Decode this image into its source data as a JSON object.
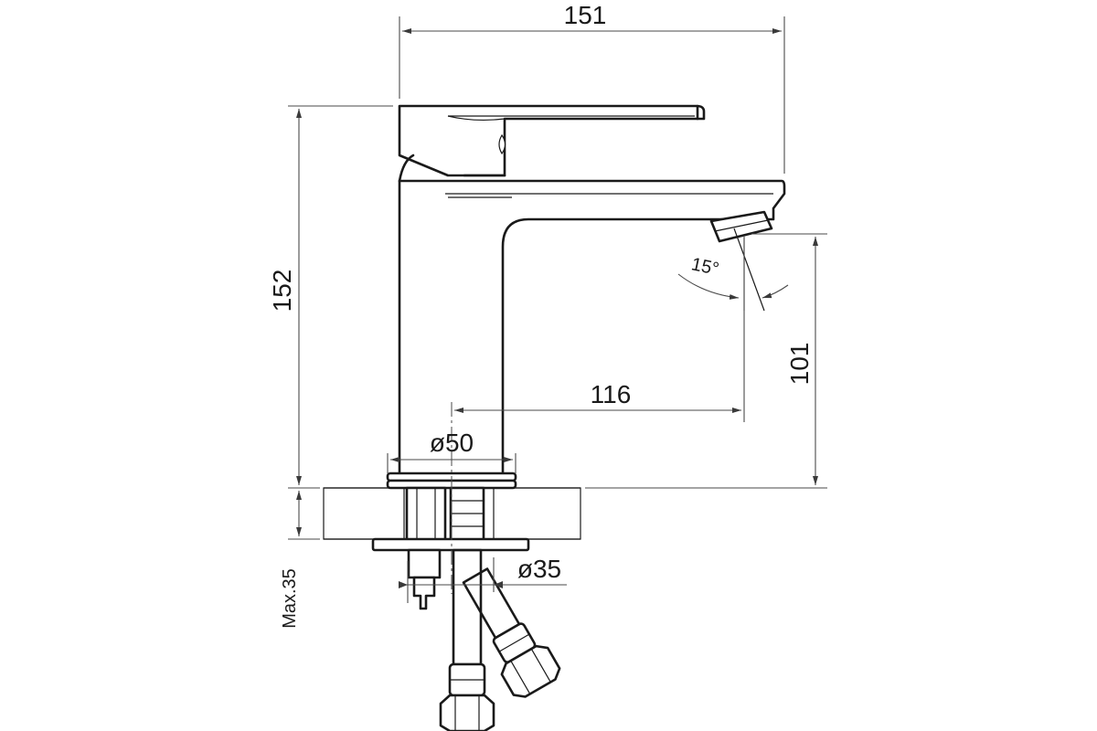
{
  "dimensions": {
    "total_width": "151",
    "total_height": "152",
    "spout_height": "101",
    "spout_reach": "116",
    "base_diameter": "ø50",
    "mount_diameter": "ø35",
    "max_thickness": "Max.35",
    "aerator_angle": "15°"
  },
  "colors": {
    "line": "#1a1a1a",
    "dimension": "#4a4a4a",
    "background": "#ffffff"
  }
}
